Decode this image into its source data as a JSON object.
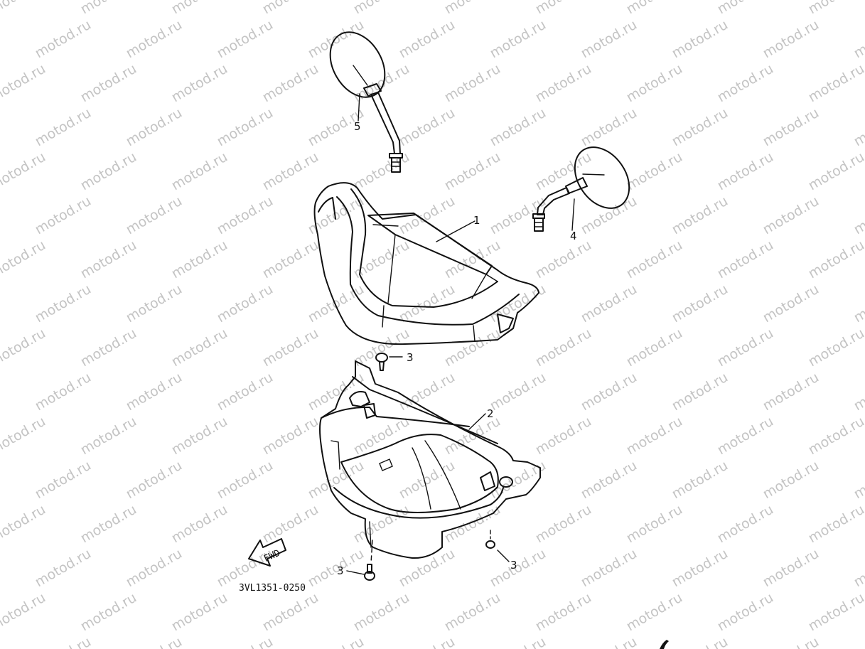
{
  "watermark": {
    "text": "motod.ru",
    "color": "#c4c4c4"
  },
  "callouts": [
    {
      "number": "1",
      "part": "upper-handlebar-cover"
    },
    {
      "number": "2",
      "part": "lower-handlebar-cover"
    },
    {
      "number": "3",
      "part": "screw-top"
    },
    {
      "number": "3",
      "part": "screw-right"
    },
    {
      "number": "3",
      "part": "screw-left"
    },
    {
      "number": "4",
      "part": "right-mirror"
    },
    {
      "number": "5",
      "part": "left-mirror"
    }
  ],
  "direction_arrow": {
    "label": "FWD",
    "icon": "forward-arrow-icon"
  },
  "diagram_code": "3VL1351-0250"
}
